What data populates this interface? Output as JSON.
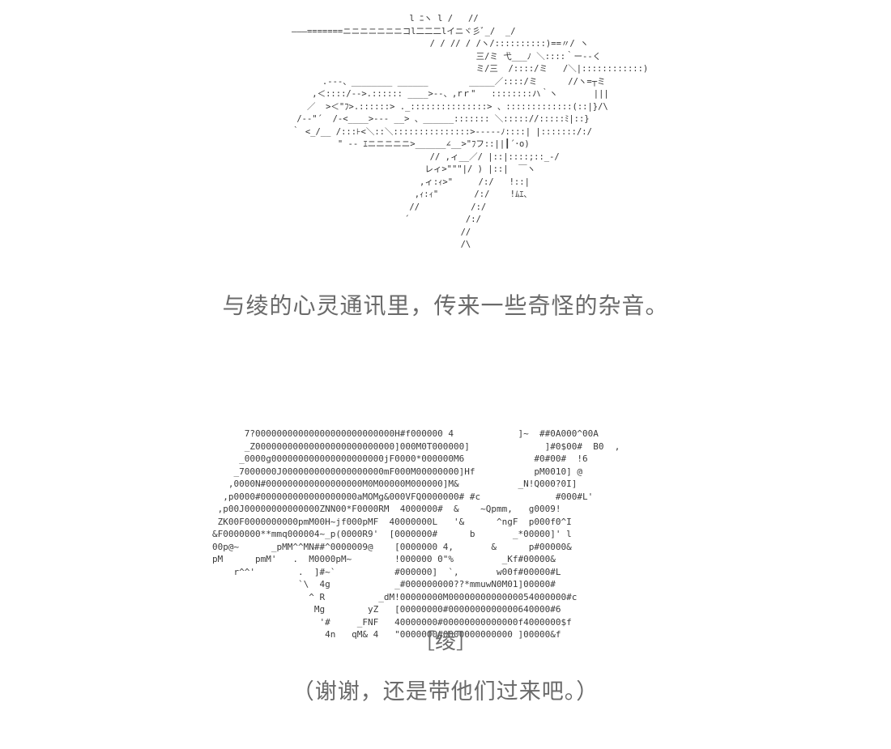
{
  "art_top": "                       l ﾆヽ l /   //\n———=======ニニニニニニニコl二二二lイニヾ彡ﾞ_/  _/\n                           / / // / /ヽ/::::::::::)==〃/ ヽ\n                                    三/ミ 弋___ﾉ ＼::::｀ー--く\n                                    ミ/三  /::::/ミ   /＼|::::::::::::)\n      .---、________ ______        _____／::::/ミ      //ヽ=┬ミ\n    ,＜::::/-->.:::::: ____>--、,rｒ\"   ::::::::ハ｀ヽ       |||\n   ／  >＜\"ﾌ>.::::::> ._:::::::::::::::> 、:::::::::::::(::|}/\\\n /--\"´  /-<____>--- __> 、______::::::: ＼::::://:::::ﾐ|::}\n｀ <_/__ /:::⊦<＼::＼:::::::::::::::>-----ﾉ::::| |:::::::/:/\n         \" -- ｴニニニニニ>______∠__>\"ﾌフ::||┃´･o)\n                           // ,ィ__／/ |::|::::;::_-/\n                          レィ>\"\"\"|/ ) |::|  ￣ヽ\n                         ,ィ:ｨ>\"     /:/   !::|\n                        ,ｨ:ｨ\"       /:/    !ﾑｴ､\n                       //          /:/\n                      ´           /:/\n                                 //\n                                 /\\",
  "art_bottom": "      7?00000000000000000000000000H#f000000 4            ]~  ##0A000^00A\n      _Z00000000000000000000000000]000M0T000000]              ]#0$00#  B0  ,\n     _0000g000000000000000000000jF0000*000000M6             #0#00#  !6\n    _7000000J0000000000000000000mF000M00000000]Hf           pM0010] @\n   ,0000N#000000000000000000M0M00000M000000]M&           _N!Q000?0I]\n  ,p0000#000000000000000000aMOMg&000VFQ0000000# #c              #000#L'\n ,p00J00000000000000ZNN00*F0000RM  4000000#  &    ~Qpmm,   g0009!\n ZK00F0000000000pmM00H~jf000pMF  40000000L   '&      ^ngF  p000f0^I\n&F0000000**mmq000004~_p(0000R9'  [0000000#      b       _*00000]' l\n00p@~      _pMM^^MN##^0000009@    [0000000 4,       &      p#00000&\npM      pmM'   .  M0000pM~        !000000 0\"%         _Kf#00000&\n    r^^'        .  ]#~`           #000000]  `,       w00f#00000#L\n                `\\  4g            _#000000000??*mmuwN0M01]00000#\n                  ^ R          _dM!00000000M0000000000000054000000#c\n                   Mg        yZ   [00000000#0000000000000640000#6\n                    '#     _FNF   40000000#00000000000000f4000000$f\n                     4n   qM& 4   \"0000000#0000000000000 ]00000&f",
  "narration": "与绫的心灵通讯里，传来一些奇怪的杂音。",
  "speaker": "［绫］",
  "dialogue": "（谢谢，还是带他们过来吧。）"
}
